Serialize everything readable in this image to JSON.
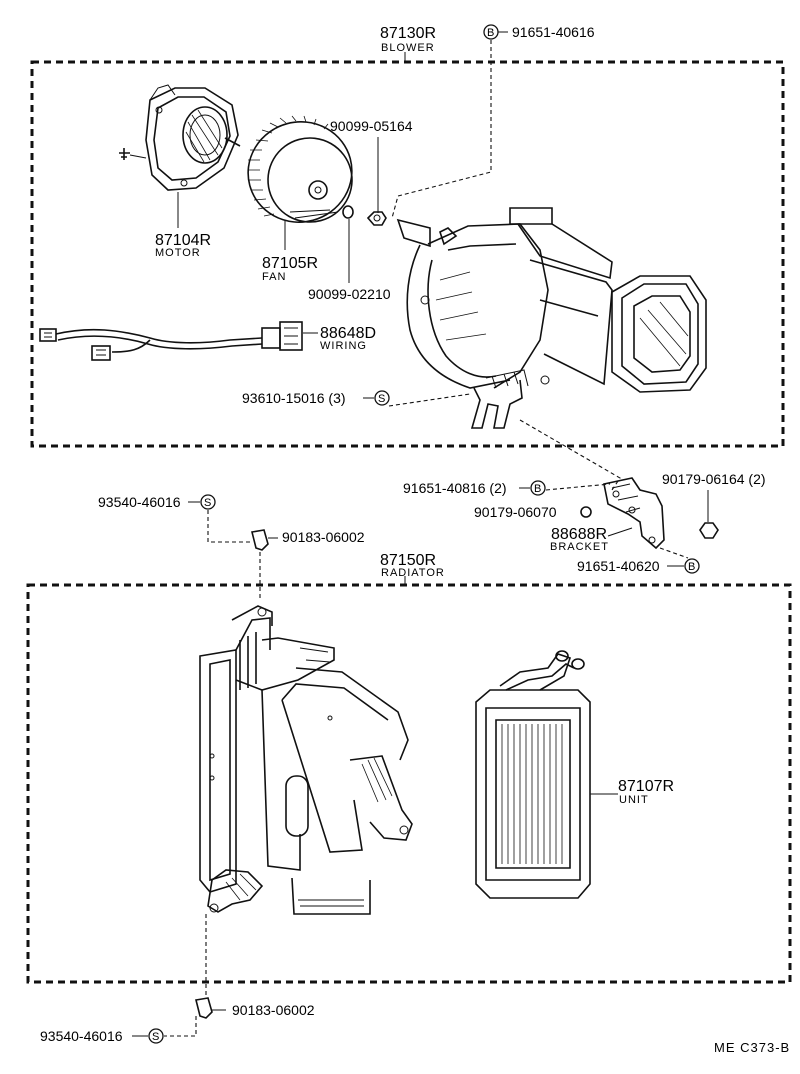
{
  "blower": {
    "code": "87130R",
    "name": "BLOWER",
    "screw": "91651-40616",
    "screw_mark": "B"
  },
  "motor": {
    "code": "87104R",
    "name": "MOTOR"
  },
  "fan": {
    "code": "87105R",
    "name": "FAN"
  },
  "nut_top": "90099-05164",
  "washer": "90099-02210",
  "wiring": {
    "code": "88648D",
    "name": "WIRING"
  },
  "screw_s": {
    "code": "93610-15016 (3)",
    "mark": "S"
  },
  "bracket_screw": {
    "code": "91651-40816 (2)",
    "mark": "B"
  },
  "nut_right": "90179-06164 (2)",
  "nut_mid": "90179-06070",
  "bracket": {
    "code": "88688R",
    "name": "BRACKET"
  },
  "bracket_screw2": {
    "code": "91651-40620",
    "mark": "B"
  },
  "clip_top": {
    "screw": "93540-46016",
    "mark": "S",
    "clip": "90183-06002"
  },
  "radiator": {
    "code": "87150R",
    "name": "RADIATOR"
  },
  "unit": {
    "code": "87107R",
    "name": "UNIT"
  },
  "clip_bottom": {
    "screw": "93540-46016",
    "mark": "S",
    "clip": "90183-06002"
  },
  "footer": "ME  C373-B"
}
